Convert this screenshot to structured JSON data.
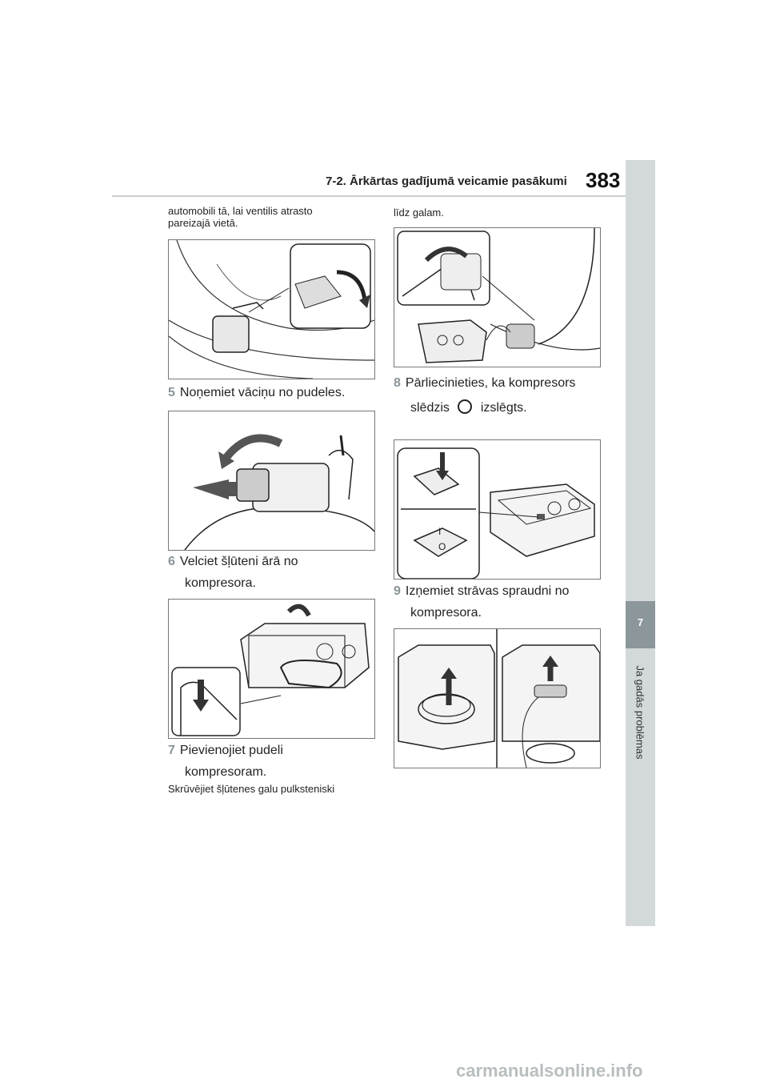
{
  "header": {
    "section_title": "7-2. Ārkārtas gadījumā veicamie pasākumi",
    "page_number": "383"
  },
  "side_tab": {
    "chapter_number": "7",
    "chapter_label": "Ja gadās problēmas"
  },
  "left_column": {
    "intro_text_line1": "automobili tā, lai ventilis atrasto",
    "intro_text_line2": "pareizajā vietā.",
    "steps": [
      {
        "number": "5",
        "line1": "Noņemiet vāciņu no pudeles.",
        "line2": ""
      },
      {
        "number": "6",
        "line1": "Velciet šļūteni ārā no",
        "line2": "kompresora."
      },
      {
        "number": "7",
        "line1": "Pievienojiet pudeli",
        "line2": "kompresoram."
      }
    ],
    "note_text": "Skrūvējiet šļūtenes galu pulksteniski"
  },
  "right_column": {
    "intro_text": "līdz galam.",
    "step8": {
      "number": "8",
      "line1": "Pārliecinieties, ka kompresors",
      "line2_before": "slēdzis",
      "line2_after": "izslēgts."
    },
    "step9": {
      "number": "9",
      "line1": "Izņemiet strāvas spraudni no",
      "line2": "kompresora."
    }
  },
  "switch_labels": {
    "on": "I",
    "off": "O"
  },
  "watermark": "carmanualsonline.info",
  "colors": {
    "side_tab": "#d3d8da",
    "side_tab_active": "#8c979b",
    "step_number": "#8a9499",
    "header_rule": "#c9cfd1"
  }
}
